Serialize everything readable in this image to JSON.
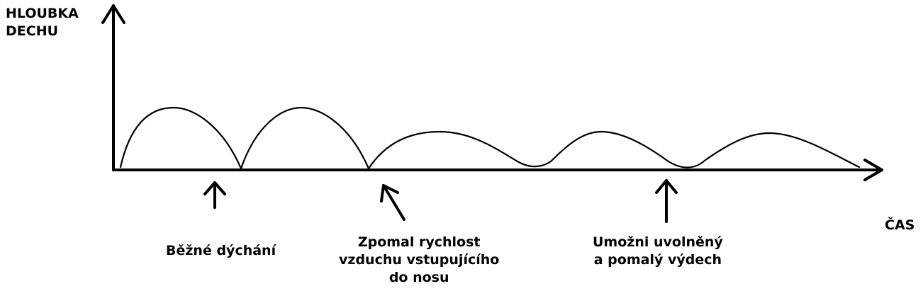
{
  "axes": {
    "y_label_lines": [
      "HLOUBKA",
      "DECHU"
    ],
    "x_label": "ČAS"
  },
  "annotations": {
    "normal_breathing": {
      "lines": [
        "Běžné dýchání"
      ]
    },
    "slow_inhale": {
      "lines": [
        "Zpomal rychlost",
        "vzduchu vstupujícího",
        "do nosu"
      ]
    },
    "slow_exhale": {
      "lines": [
        "Umožni uvolněný",
        "a pomalý výdech"
      ]
    }
  },
  "colors": {
    "stroke": "#000000",
    "background": "#ffffff"
  }
}
